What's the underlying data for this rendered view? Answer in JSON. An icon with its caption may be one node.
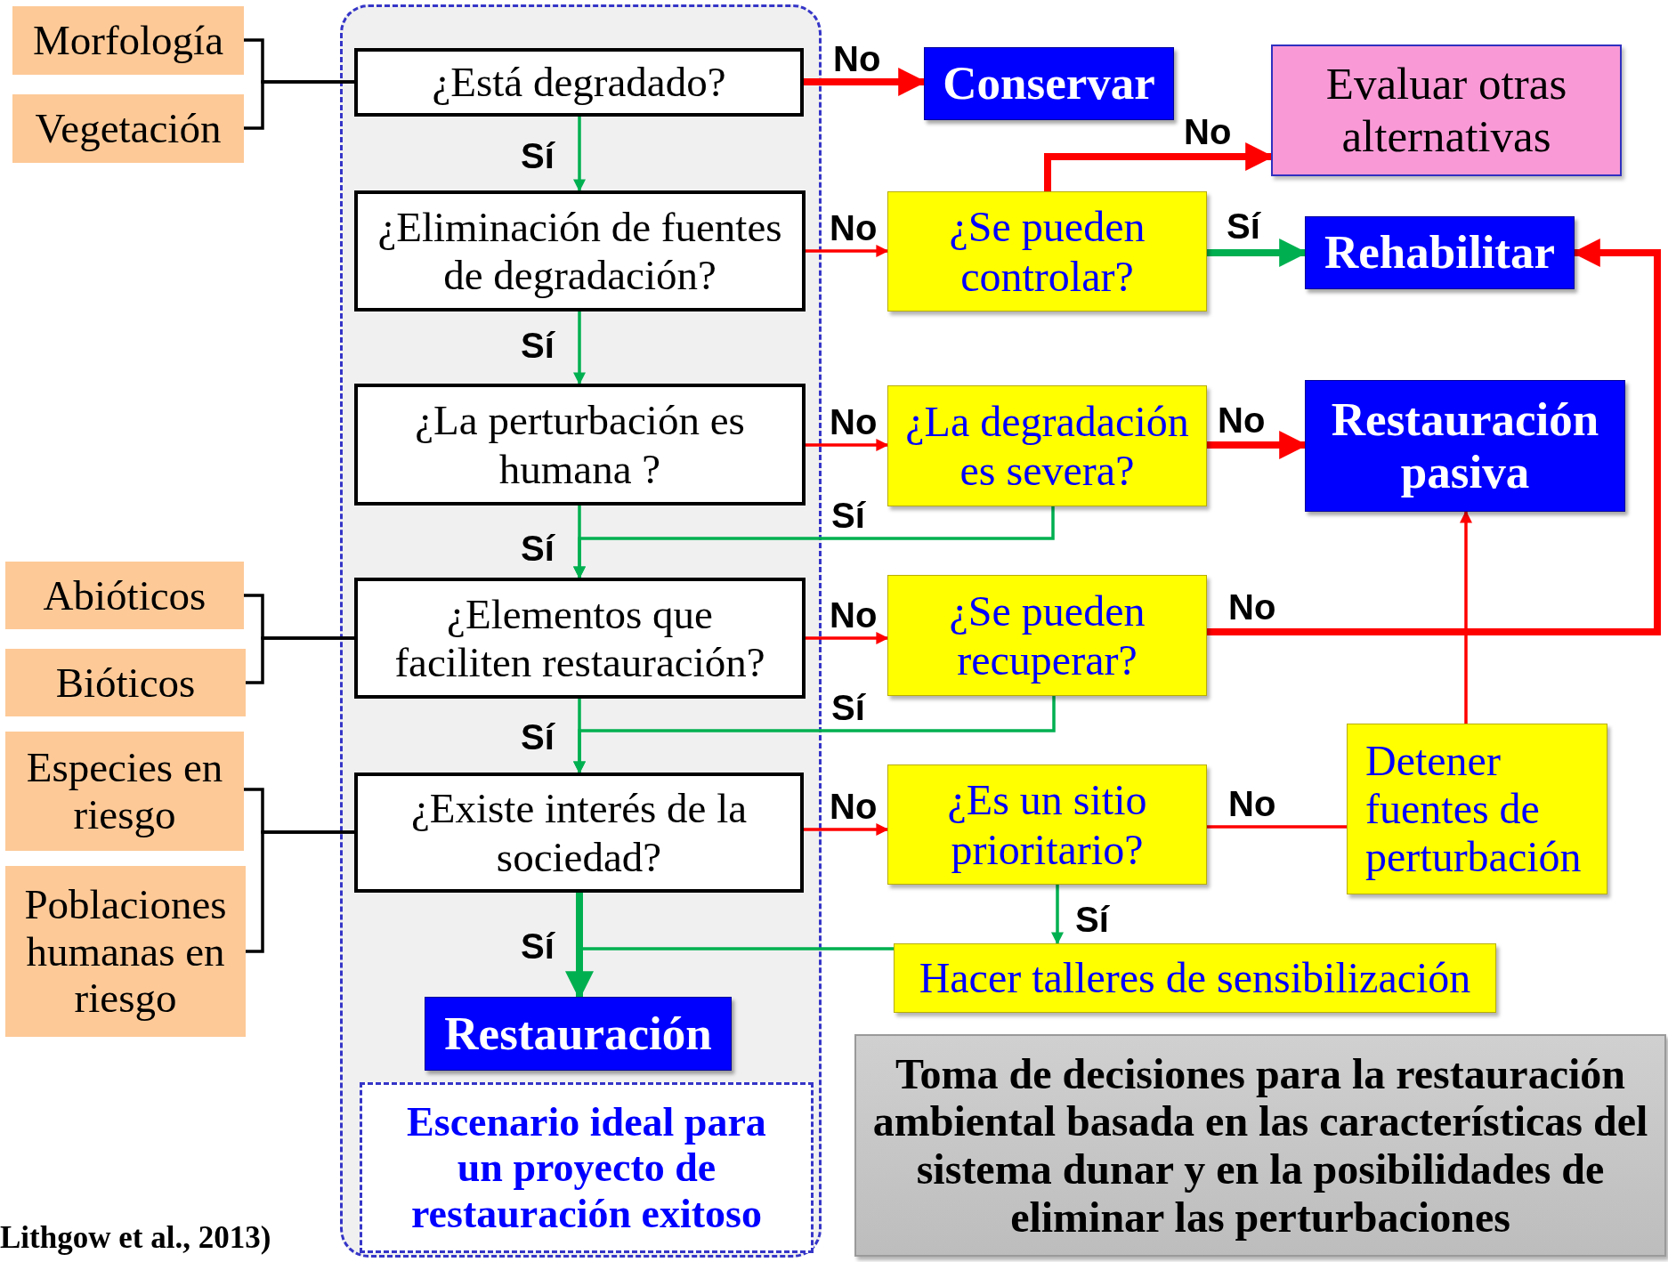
{
  "diagram": {
    "nodes": [
      {
        "text": [
          "Morfología"
        ]
      },
      {
        "text": [
          "Vegetación"
        ]
      },
      {
        "text": [],
        "shape": "box"
      },
      {
        "text": [
          "¿Está degradado?"
        ],
        "in": 2
      },
      {
        "text": [
          "Conservar"
        ]
      },
      {
        "text": [
          "Evaluar otras alternativas"
        ]
      },
      {
        "text": [
          "¿Eliminación de fuentes de degradación?"
        ],
        "in": 2
      },
      {
        "text": [
          "¿Se pueden controlar?"
        ]
      },
      {
        "text": [
          "Rehabilitar"
        ]
      },
      {
        "text": [
          "¿La perturbación es humana ?"
        ],
        "in": 2
      },
      {
        "text": [
          "¿La degradación es severa?"
        ]
      },
      {
        "text": [
          "Restauración pasiva"
        ]
      },
      {
        "text": [
          "Abióticos"
        ]
      },
      {
        "text": [
          "Bióticos"
        ]
      },
      {
        "text": [
          "¿Elementos que faciliten restauración?"
        ],
        "in": 2
      },
      {
        "text": [
          "¿Se pueden recuperar?"
        ]
      },
      {
        "text": [
          "Especies en riesgo"
        ]
      },
      {
        "text": [
          "Poblaciones humanas en riesgo"
        ]
      },
      {
        "text": [
          "¿Existe interés de la sociedad?"
        ],
        "in": 2
      },
      {
        "text": [
          "¿Es un sitio prioritario?"
        ]
      },
      {
        "text": [
          "Detener fuentes de perturbación"
        ]
      },
      {
        "text": [
          "Hacer talleres de sensibilización"
        ]
      },
      {
        "text": [
          "Restauración"
        ],
        "in": 2
      },
      {
        "text": [
          "Escenario ideal para un proyecto de restauración exitoso"
        ],
        "in": 2
      },
      {
        "text": [
          "Toma de decisiones para la restauración ambiental basada en las características del sistema dunar y en la posibilidades de eliminar las perturbaciones"
        ]
      }
    ],
    "edges": [
      {
        "from": 0,
        "to": 3,
        "arrow": "none",
        "color": "#000000"
      },
      {
        "from": 1,
        "to": 3,
        "arrow": "none",
        "color": "#000000"
      },
      {
        "from": 3,
        "to": 4,
        "arrow": "to",
        "label": "No",
        "style": "thick",
        "color": "#ff0000"
      },
      {
        "from": 3,
        "to": 6,
        "arrow": "to",
        "label": "Sí",
        "color": "#00b050"
      },
      {
        "from": 6,
        "to": 7,
        "arrow": "to",
        "label": "No",
        "color": "#ff0000"
      },
      {
        "from": 7,
        "to": 5,
        "arrow": "to",
        "label": "No",
        "style": "thick",
        "color": "#ff0000"
      },
      {
        "from": 7,
        "to": 8,
        "arrow": "to",
        "label": "Sí",
        "style": "thick",
        "color": "#00b050"
      },
      {
        "from": 6,
        "to": 9,
        "arrow": "to",
        "label": "Sí",
        "color": "#00b050"
      },
      {
        "from": 9,
        "to": 10,
        "arrow": "to",
        "label": "No",
        "color": "#ff0000"
      },
      {
        "from": 10,
        "to": 11,
        "arrow": "to",
        "label": "No",
        "style": "thick",
        "color": "#ff0000"
      },
      {
        "from": 10,
        "to": 14,
        "arrow": "to",
        "label": "Sí",
        "color": "#00b050"
      },
      {
        "from": 9,
        "to": 14,
        "arrow": "to",
        "label": "Sí",
        "color": "#00b050"
      },
      {
        "from": 12,
        "to": 14,
        "arrow": "none",
        "color": "#000000"
      },
      {
        "from": 13,
        "to": 14,
        "arrow": "none",
        "color": "#000000"
      },
      {
        "from": 14,
        "to": 15,
        "arrow": "to",
        "label": "No",
        "color": "#ff0000"
      },
      {
        "from": 15,
        "to": 8,
        "arrow": "to",
        "label": "No",
        "style": "thick",
        "color": "#ff0000"
      },
      {
        "from": 14,
        "to": 18,
        "arrow": "to",
        "label": "Sí",
        "color": "#00b050"
      },
      {
        "from": 15,
        "to": 18,
        "arrow": "to",
        "label": "Sí",
        "color": "#00b050"
      },
      {
        "from": 16,
        "to": 18,
        "arrow": "none",
        "color": "#000000"
      },
      {
        "from": 17,
        "to": 18,
        "arrow": "none",
        "color": "#000000"
      },
      {
        "from": 18,
        "to": 19,
        "arrow": "to",
        "label": "No",
        "color": "#ff0000"
      },
      {
        "from": 19,
        "to": 20,
        "arrow": "none",
        "label": "No",
        "color": "#ff0000"
      },
      {
        "from": 20,
        "to": 11,
        "arrow": "to",
        "color": "#ff0000"
      },
      {
        "from": 19,
        "to": 21,
        "arrow": "to",
        "label": "Sí",
        "color": "#00b050"
      },
      {
        "from": 18,
        "to": 22,
        "arrow": "to",
        "label": "Sí",
        "style": "thick",
        "color": "#00b050"
      },
      {
        "from": 21,
        "to": 22,
        "arrow": "to",
        "color": "#00b050"
      }
    ],
    "labels": [
      "Lithgow et al., 2013)"
    ]
  }
}
